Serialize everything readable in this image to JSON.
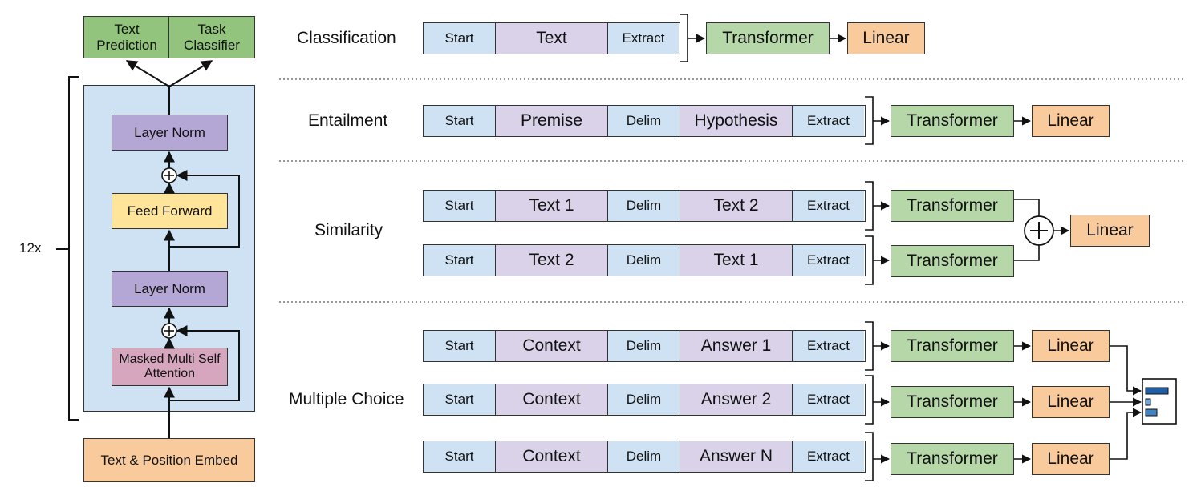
{
  "architecture": {
    "heads": [
      "Text Prediction",
      "Task Classifier"
    ],
    "layer_norm_top": "Layer Norm",
    "feed_forward": "Feed Forward",
    "layer_norm_bottom": "Layer Norm",
    "attention": "Masked Multi Self Attention",
    "embed": "Text & Position Embed",
    "repeat": "12x"
  },
  "tasks": [
    {
      "name": "Classification",
      "rows": [
        {
          "tokens": [
            "Start",
            "Text",
            "Extract"
          ],
          "transformer": "Transformer",
          "linear": "Linear"
        }
      ]
    },
    {
      "name": "Entailment",
      "rows": [
        {
          "tokens": [
            "Start",
            "Premise",
            "Delim",
            "Hypothesis",
            "Extract"
          ],
          "transformer": "Transformer",
          "linear": "Linear"
        }
      ]
    },
    {
      "name": "Similarity",
      "rows": [
        {
          "tokens": [
            "Start",
            "Text 1",
            "Delim",
            "Text 2",
            "Extract"
          ],
          "transformer": "Transformer"
        },
        {
          "tokens": [
            "Start",
            "Text 2",
            "Delim",
            "Text 1",
            "Extract"
          ],
          "transformer": "Transformer"
        }
      ],
      "combine": "+",
      "linear": "Linear"
    },
    {
      "name": "Multiple Choice",
      "rows": [
        {
          "tokens": [
            "Start",
            "Context",
            "Delim",
            "Answer 1",
            "Extract"
          ],
          "transformer": "Transformer",
          "linear": "Linear"
        },
        {
          "tokens": [
            "Start",
            "Context",
            "Delim",
            "Answer 2",
            "Extract"
          ],
          "transformer": "Transformer",
          "linear": "Linear"
        },
        {
          "tokens": [
            "Start",
            "Context",
            "Delim",
            "Answer N",
            "Extract"
          ],
          "transformer": "Transformer",
          "linear": "Linear"
        }
      ]
    }
  ],
  "colors": {
    "start_extract": "#cfe2f3",
    "content": "#d9d2e9",
    "transformer": "#b6d7a8",
    "linear": "#f9cb9c",
    "heads": "#93c47d",
    "layer_norm": "#b4a7d6",
    "feed_forward": "#ffe599",
    "attention": "#d5a6bd",
    "panel": "#cfe2f3"
  }
}
